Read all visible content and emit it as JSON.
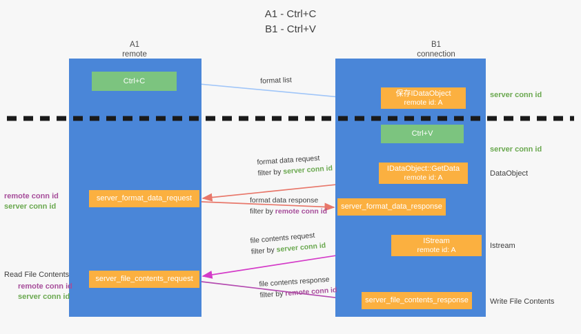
{
  "title": {
    "line1": "A1 - Ctrl+C",
    "line2": "B1 - Ctrl+V"
  },
  "lanes": [
    {
      "name": "A1",
      "sub": "remote"
    },
    {
      "name": "B1",
      "sub": "connection"
    }
  ],
  "boxes": {
    "ctrl_c": {
      "label": "Ctrl+C",
      "color": "#7cc47f"
    },
    "save_idataobject": {
      "line1": "保存IDataObject",
      "line2": "remote id: A",
      "color": "#fbb040"
    },
    "ctrl_v": {
      "label": "Ctrl+V",
      "color": "#7cc47f"
    },
    "getdata": {
      "line1": "IDataObject::GetData",
      "line2": "remote id: A",
      "color": "#fbb040"
    },
    "format_data_request": {
      "label": "server_format_data_request",
      "color": "#fbb040"
    },
    "format_data_response": {
      "label": "server_format_data_response",
      "color": "#fbb040"
    },
    "istream": {
      "line1": "IStream",
      "line2": "remote id: A",
      "color": "#fbb040"
    },
    "file_contents_request": {
      "label": "server_file_contents_request",
      "color": "#fbb040"
    },
    "file_contents_response": {
      "label": "server_file_contents_response",
      "color": "#fbb040"
    }
  },
  "arrow_labels": {
    "format_list": {
      "text": "format list"
    },
    "format_data_request": {
      "line1": "format data request",
      "filter_prefix": "filter by ",
      "filter_target": "server conn id"
    },
    "format_data_response": {
      "line1": "format data response",
      "filter_prefix": "filter by ",
      "filter_target": "remote conn id"
    },
    "file_contents_request": {
      "line1": "file contents request",
      "filter_prefix": "filter by ",
      "filter_target": "server conn id"
    },
    "file_contents_response": {
      "line1": "file contents response",
      "filter_prefix": "filter by ",
      "filter_target": "remote conn id"
    }
  },
  "annotations": {
    "server_conn_id_top": "server conn id",
    "server_conn_id_mid": "server conn id",
    "dataobject": "DataObject",
    "istream": "Istream",
    "write_file_contents": "Write File Contents",
    "read_file_contents": "Read File Contents",
    "remote_conn_id": "remote conn id",
    "server_conn_id": "server conn id"
  },
  "colors": {
    "lane": "#4a86d8",
    "green_box": "#7cc47f",
    "orange_box": "#fbb040",
    "green_text": "#6aa84f",
    "purple_text": "#a64d9a",
    "arrow_blue": "#9fc5f8",
    "arrow_red": "#e8776a",
    "arrow_magenta": "#d43bc8",
    "arrow_purple": "#a64d9a",
    "arrow_black": "#000000",
    "divider": "#1a1a1a",
    "background": "#f7f7f7"
  }
}
